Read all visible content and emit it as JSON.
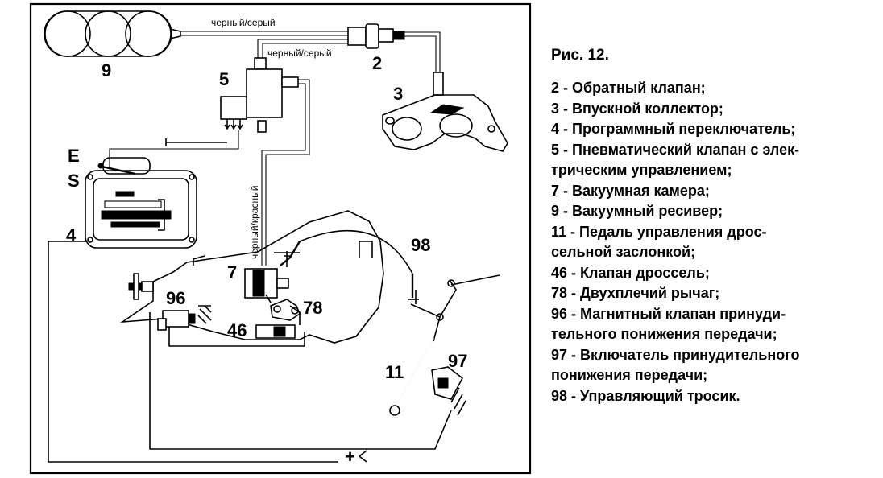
{
  "figure": {
    "title": "Рис. 12.",
    "legend_lines": [
      "2 - Обратный клапан;",
      "3 - Впускной коллектор;",
      "4 - Программный переключатель;",
      "5 - Пневматический клапан с элек-",
      "трическим управлением;",
      "7 - Вакуумная камера;",
      "9 - Вакуумный ресивер;",
      "11 - Педаль управления дрос-",
      "сельной заслонкой;",
      "46 - Клапан дроссель;",
      "78 - Двухплечий рычаг;",
      "96 - Магнитный клапан принуди-",
      "тельного понижения передачи;",
      "97 - Включатель принудительного",
      "понижения передачи;",
      "98 - Управляющий тросик."
    ]
  },
  "diagram": {
    "labels": {
      "n9": "9",
      "n2": "2",
      "n3": "3",
      "n5": "5",
      "n4": "4",
      "n7": "7",
      "n96": "96",
      "n78": "78",
      "n46": "46",
      "n98": "98",
      "n11": "11",
      "n97": "97",
      "e": "E",
      "s": "S",
      "plus": "+"
    },
    "wire_labels": {
      "top": "черный/серый",
      "valve": "черный/серый",
      "vertical": "черный/красный"
    }
  }
}
